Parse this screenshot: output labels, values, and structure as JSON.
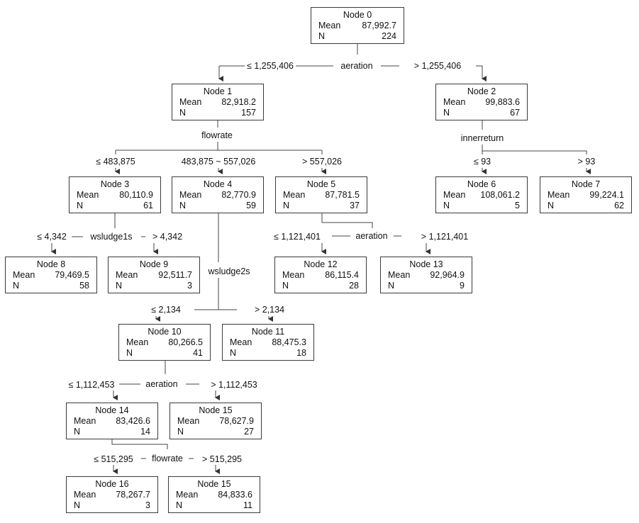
{
  "diagram": {
    "labels": {
      "mean": "Mean",
      "n": "N"
    },
    "nodes": [
      {
        "id": "n0",
        "title": "Node 0",
        "mean": "87,992.7",
        "n": "224"
      },
      {
        "id": "n1",
        "title": "Node 1",
        "mean": "82,918.2",
        "n": "157"
      },
      {
        "id": "n2",
        "title": "Node 2",
        "mean": "99,883.6",
        "n": "67"
      },
      {
        "id": "n3",
        "title": "Node 3",
        "mean": "80,110.9",
        "n": "61"
      },
      {
        "id": "n4",
        "title": "Node 4",
        "mean": "82,770.9",
        "n": "59"
      },
      {
        "id": "n5",
        "title": "Node 5",
        "mean": "87,781.5",
        "n": "37"
      },
      {
        "id": "n6",
        "title": "Node 6",
        "mean": "108,061.2",
        "n": "5"
      },
      {
        "id": "n7",
        "title": "Node 7",
        "mean": "99,224.1",
        "n": "62"
      },
      {
        "id": "n8",
        "title": "Node 8",
        "mean": "79,469.5",
        "n": "58"
      },
      {
        "id": "n9",
        "title": "Node 9",
        "mean": "92,511.7",
        "n": "3"
      },
      {
        "id": "n12",
        "title": "Node 12",
        "mean": "86,115.4",
        "n": "28"
      },
      {
        "id": "n13",
        "title": "Node 13",
        "mean": "92,964.9",
        "n": "9"
      },
      {
        "id": "n10",
        "title": "Node 10",
        "mean": "80,266.5",
        "n": "41"
      },
      {
        "id": "n11",
        "title": "Node 11",
        "mean": "88,475.3",
        "n": "18"
      },
      {
        "id": "n14",
        "title": "Node 14",
        "mean": "83,426.6",
        "n": "14"
      },
      {
        "id": "n15",
        "title": "Node 15",
        "mean": "78,627.9",
        "n": "27"
      },
      {
        "id": "n16",
        "title": "Node 16",
        "mean": "78,267.7",
        "n": "3"
      },
      {
        "id": "n15b",
        "title": "Node 15",
        "mean": "84,833.6",
        "n": "11"
      }
    ],
    "splits": [
      {
        "id": "s0",
        "variable": "aeration",
        "branches": [
          "≤ 1,255,406",
          "> 1,255,406"
        ]
      },
      {
        "id": "s1",
        "variable": "flowrate",
        "branches": [
          "≤ 483,875",
          "483,875 ~ 557,026",
          "> 557,026"
        ]
      },
      {
        "id": "s2",
        "variable": "innerreturn",
        "branches": [
          "≤ 93",
          "> 93"
        ]
      },
      {
        "id": "s3",
        "variable": "wsludge1s",
        "branches": [
          "≤ 4,342",
          "> 4,342"
        ]
      },
      {
        "id": "s4",
        "variable": "wsludge2s",
        "branches": [
          "≤ 2,134",
          "> 2,134"
        ]
      },
      {
        "id": "s5",
        "variable": "aeration",
        "branches": [
          "≤ 1,121,401",
          "> 1,121,401"
        ]
      },
      {
        "id": "s10",
        "variable": "aeration",
        "branches": [
          "≤ 1,112,453",
          "> 1,112,453"
        ]
      },
      {
        "id": "s14",
        "variable": "flowrate",
        "branches": [
          "≤ 515,295",
          "> 515,295"
        ]
      }
    ]
  }
}
